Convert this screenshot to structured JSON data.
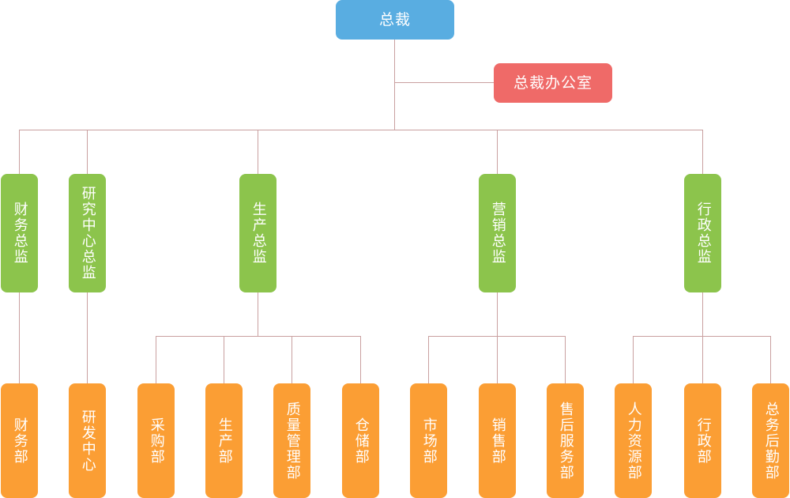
{
  "chart": {
    "title": "",
    "colors": {
      "president": "#59ade1",
      "office": "#ef6a68",
      "director": "#8cc44c",
      "department": "#fb9e34",
      "connector": "#c9a0a0",
      "background": "#ffffff",
      "label_text": "#ffffff"
    }
  },
  "president": {
    "label": "总裁"
  },
  "office": {
    "label": "总裁办公室"
  },
  "directors": [
    {
      "label": "财务总监"
    },
    {
      "label": "研究中心总监"
    },
    {
      "label": "生产总监"
    },
    {
      "label": "营销总监"
    },
    {
      "label": "行政总监"
    }
  ],
  "departments": [
    {
      "label": "财务部"
    },
    {
      "label": "研发中心"
    },
    {
      "label": "采购部"
    },
    {
      "label": "生产部"
    },
    {
      "label": "质量管理部"
    },
    {
      "label": "仓储部"
    },
    {
      "label": "市场部"
    },
    {
      "label": "销售部"
    },
    {
      "label": "售后服务部"
    },
    {
      "label": "人力资源部"
    },
    {
      "label": "行政部"
    },
    {
      "label": "总务后勤部"
    }
  ]
}
